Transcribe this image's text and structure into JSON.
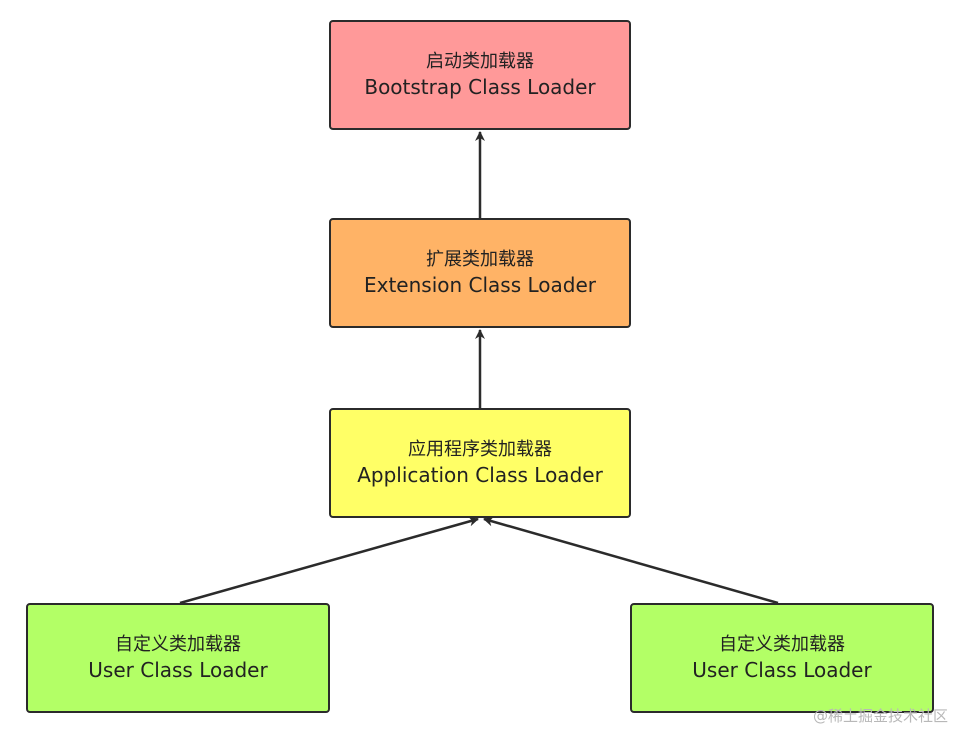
{
  "nodes": {
    "bootstrap": {
      "zh": "启动类加载器",
      "en": "Bootstrap Class Loader",
      "color": "#ff9999"
    },
    "extension": {
      "zh": "扩展类加载器",
      "en": "Extension Class Loader",
      "color": "#ffb366"
    },
    "application": {
      "zh": "应用程序类加载器",
      "en": "Application Class Loader",
      "color": "#ffff66"
    },
    "user_left": {
      "zh": "自定义类加载器",
      "en": "User Class Loader",
      "color": "#b3ff66"
    },
    "user_right": {
      "zh": "自定义类加载器",
      "en": "User Class Loader",
      "color": "#b3ff66"
    }
  },
  "edges": [
    {
      "from": "extension",
      "to": "bootstrap"
    },
    {
      "from": "application",
      "to": "extension"
    },
    {
      "from": "user_left",
      "to": "application"
    },
    {
      "from": "user_right",
      "to": "application"
    }
  ],
  "watermark": "@稀土掘金技术社区",
  "style": {
    "border_color": "#2b2b2b",
    "edge_color": "#2b2b2b"
  }
}
